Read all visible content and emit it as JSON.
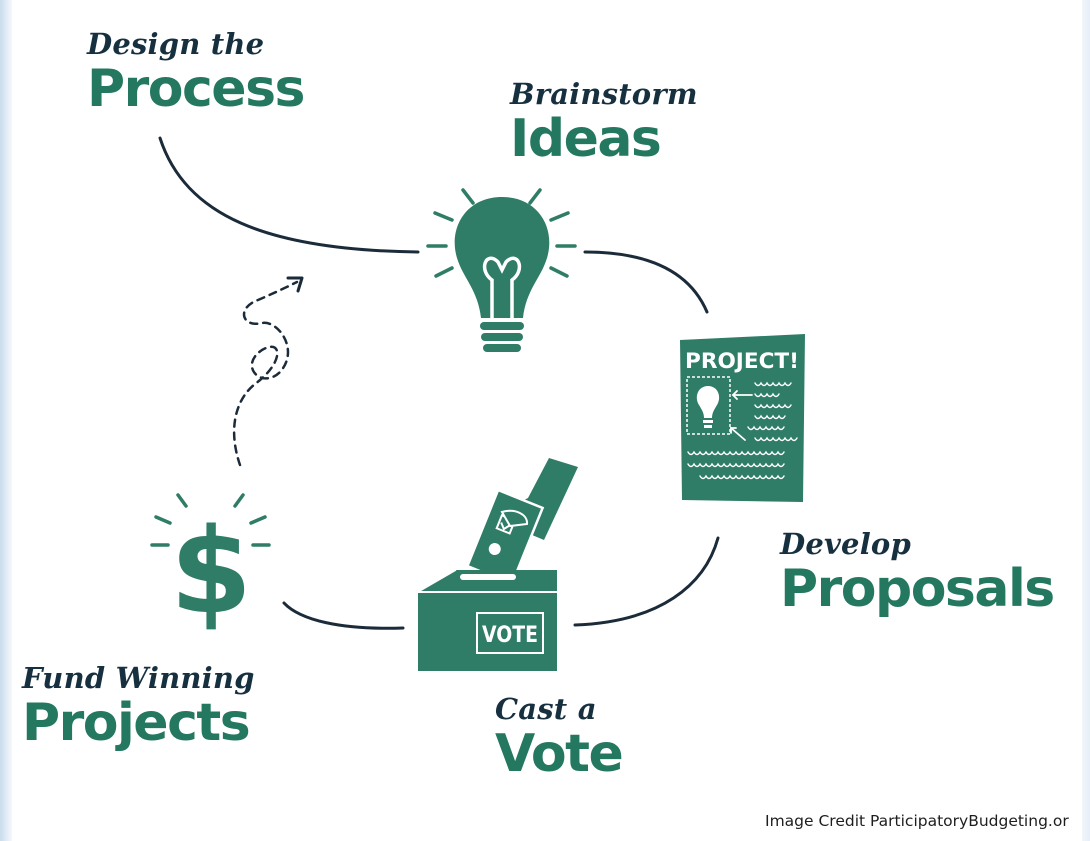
{
  "steps": [
    {
      "small": "Design the",
      "big": "Process"
    },
    {
      "small": "Brainstorm",
      "big": "Ideas"
    },
    {
      "small": "Develop",
      "big": "Proposals"
    },
    {
      "small": "Cast a",
      "big": "Vote"
    },
    {
      "small": "Fund Winning",
      "big": "Projects"
    }
  ],
  "document": {
    "heading": "PROJECT!"
  },
  "ballot_box": {
    "label": "VOTE"
  },
  "credit": "Image Credit ParticipatoryBudgeting.or",
  "colors": {
    "green": "#2f7d67",
    "dark": "#1b2b3a",
    "label_green": "#24785f"
  },
  "icons": [
    "lightbulb-icon",
    "project-document-icon",
    "ballot-box-icon",
    "dollar-sign-icon"
  ]
}
